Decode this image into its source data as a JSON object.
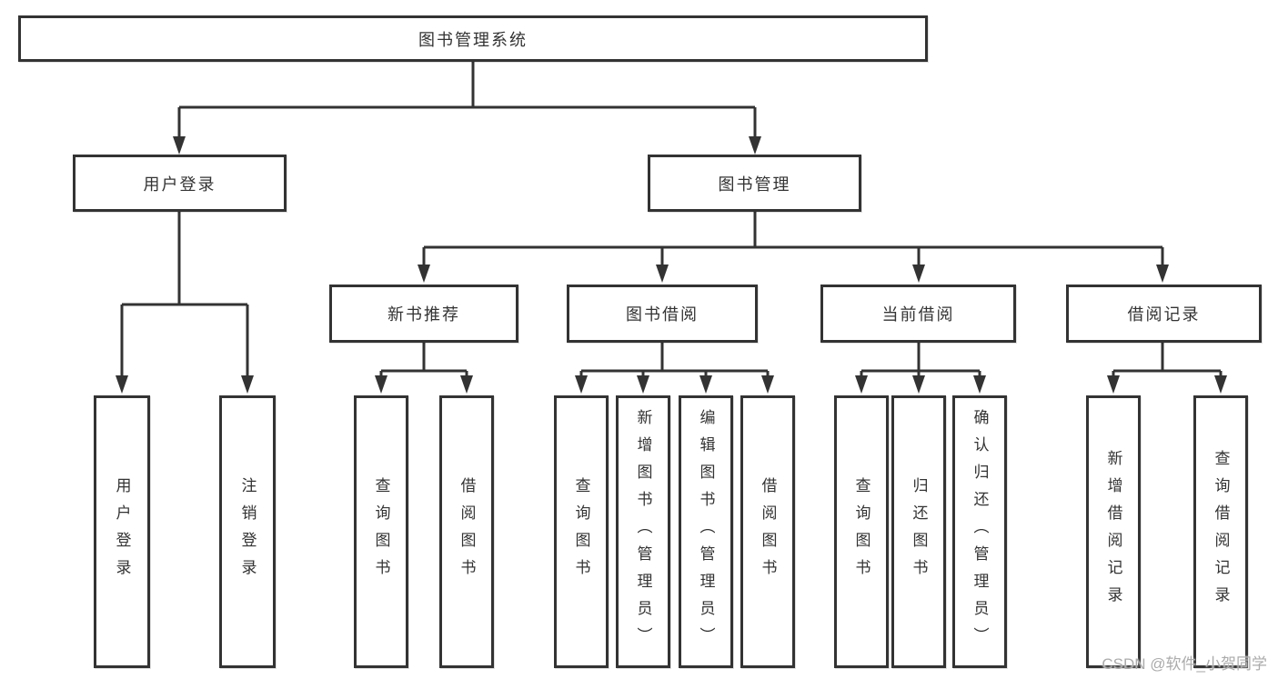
{
  "diagram": {
    "root": {
      "label": "图书管理系统"
    },
    "branches": [
      {
        "label": "用户登录",
        "children": [
          {
            "label": "用户登录"
          },
          {
            "label": "注销登录"
          }
        ]
      },
      {
        "label": "图书管理",
        "children": [
          {
            "label": "新书推荐",
            "children": [
              {
                "label": "查询图书"
              },
              {
                "label": "借阅图书"
              }
            ]
          },
          {
            "label": "图书借阅",
            "children": [
              {
                "label": "查询图书"
              },
              {
                "label": "新增图书（管理员）"
              },
              {
                "label": "编辑图书（管理员）"
              },
              {
                "label": "借阅图书"
              }
            ]
          },
          {
            "label": "当前借阅",
            "children": [
              {
                "label": "查询图书"
              },
              {
                "label": "归还图书"
              },
              {
                "label": "确认归还（管理员）"
              }
            ]
          },
          {
            "label": "借阅记录",
            "children": [
              {
                "label": "新增借阅记录"
              },
              {
                "label": "查询借阅记录"
              }
            ]
          }
        ]
      }
    ]
  },
  "watermark": "CSDN @软件_小贺同学",
  "colors": {
    "line": "#333333",
    "text": "#333333",
    "box_background": "#ffffff",
    "watermark": "#ababab",
    "background": "#ffffff"
  }
}
